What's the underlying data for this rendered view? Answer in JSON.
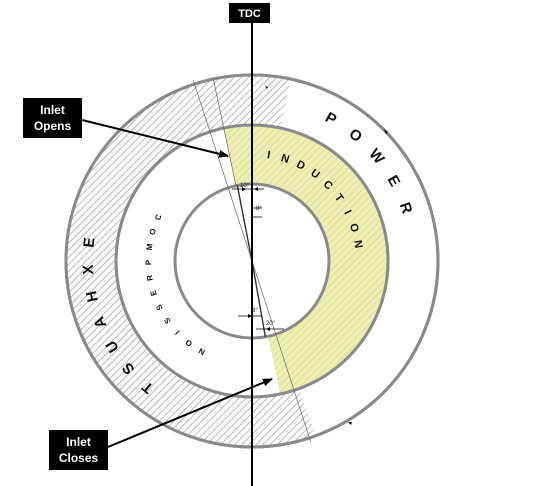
{
  "diagram": {
    "tdc_label": "TDC",
    "callouts": {
      "inlet_opens": [
        "Inlet",
        "Opens"
      ],
      "inlet_closes": [
        "Inlet",
        "Closes"
      ]
    },
    "ring_labels": {
      "power": "POWER",
      "exhaust": "EXHAUST",
      "induction": "INDUCTION",
      "compression": "COMPRESSION"
    },
    "angle_labels": {
      "top_outer": "10°",
      "top_inner": "8°",
      "bottom_inner": "8°",
      "bottom_outer": "20°"
    },
    "colors": {
      "induction_fill": "#efefb4",
      "ring_stroke": "#8a8a8a",
      "hatch": "#9a9a9a",
      "callout_box": "#000000"
    }
  }
}
